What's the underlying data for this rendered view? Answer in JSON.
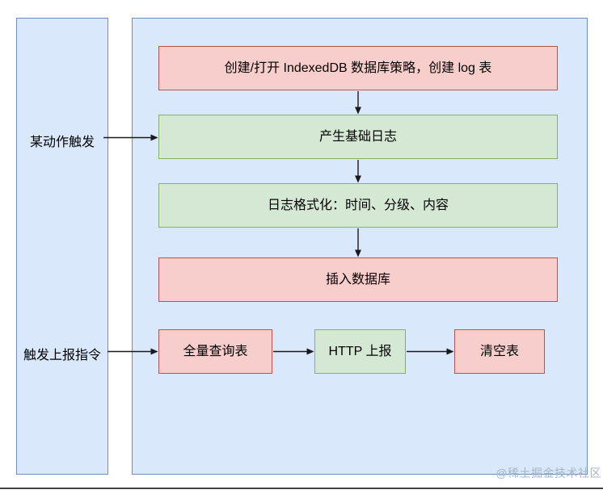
{
  "colors": {
    "panel_fill": "#dae8fc",
    "panel_border": "#6c8ebf",
    "pink_fill": "#f8cecc",
    "pink_border": "#b85450",
    "green_fill": "#d5e8d4",
    "green_border": "#82b366",
    "arrow": "#1a1a1a",
    "watermark": "#a6b5c7"
  },
  "diagram": {
    "type": "flowchart",
    "lane_labels": [
      {
        "text": "某动作触发"
      },
      {
        "text": "触发上报指令"
      }
    ],
    "main_boxes": [
      {
        "label": "创建/打开 IndexedDB 数据库策略，创建 log 表",
        "variant": "pink"
      },
      {
        "label": "产生基础日志",
        "variant": "green"
      },
      {
        "label": "日志格式化：时间、分级、内容",
        "variant": "green"
      },
      {
        "label": "插入数据库",
        "variant": "pink"
      }
    ],
    "bottom_boxes": [
      {
        "label": "全量查询表",
        "variant": "pink"
      },
      {
        "label": "HTTP 上报",
        "variant": "green"
      },
      {
        "label": "清空表",
        "variant": "pink"
      }
    ],
    "edges": [
      "某动作触发 → 产生基础日志",
      "创建/打开 IndexedDB 数据库策略，创建 log 表 → 产生基础日志",
      "产生基础日志 → 日志格式化：时间、分级、内容",
      "日志格式化：时间、分级、内容 → 插入数据库",
      "触发上报指令 → 全量查询表",
      "全量查询表 → HTTP 上报",
      "HTTP 上报 → 清空表"
    ]
  },
  "watermark": {
    "text": "@稀土掘金技术社区"
  }
}
